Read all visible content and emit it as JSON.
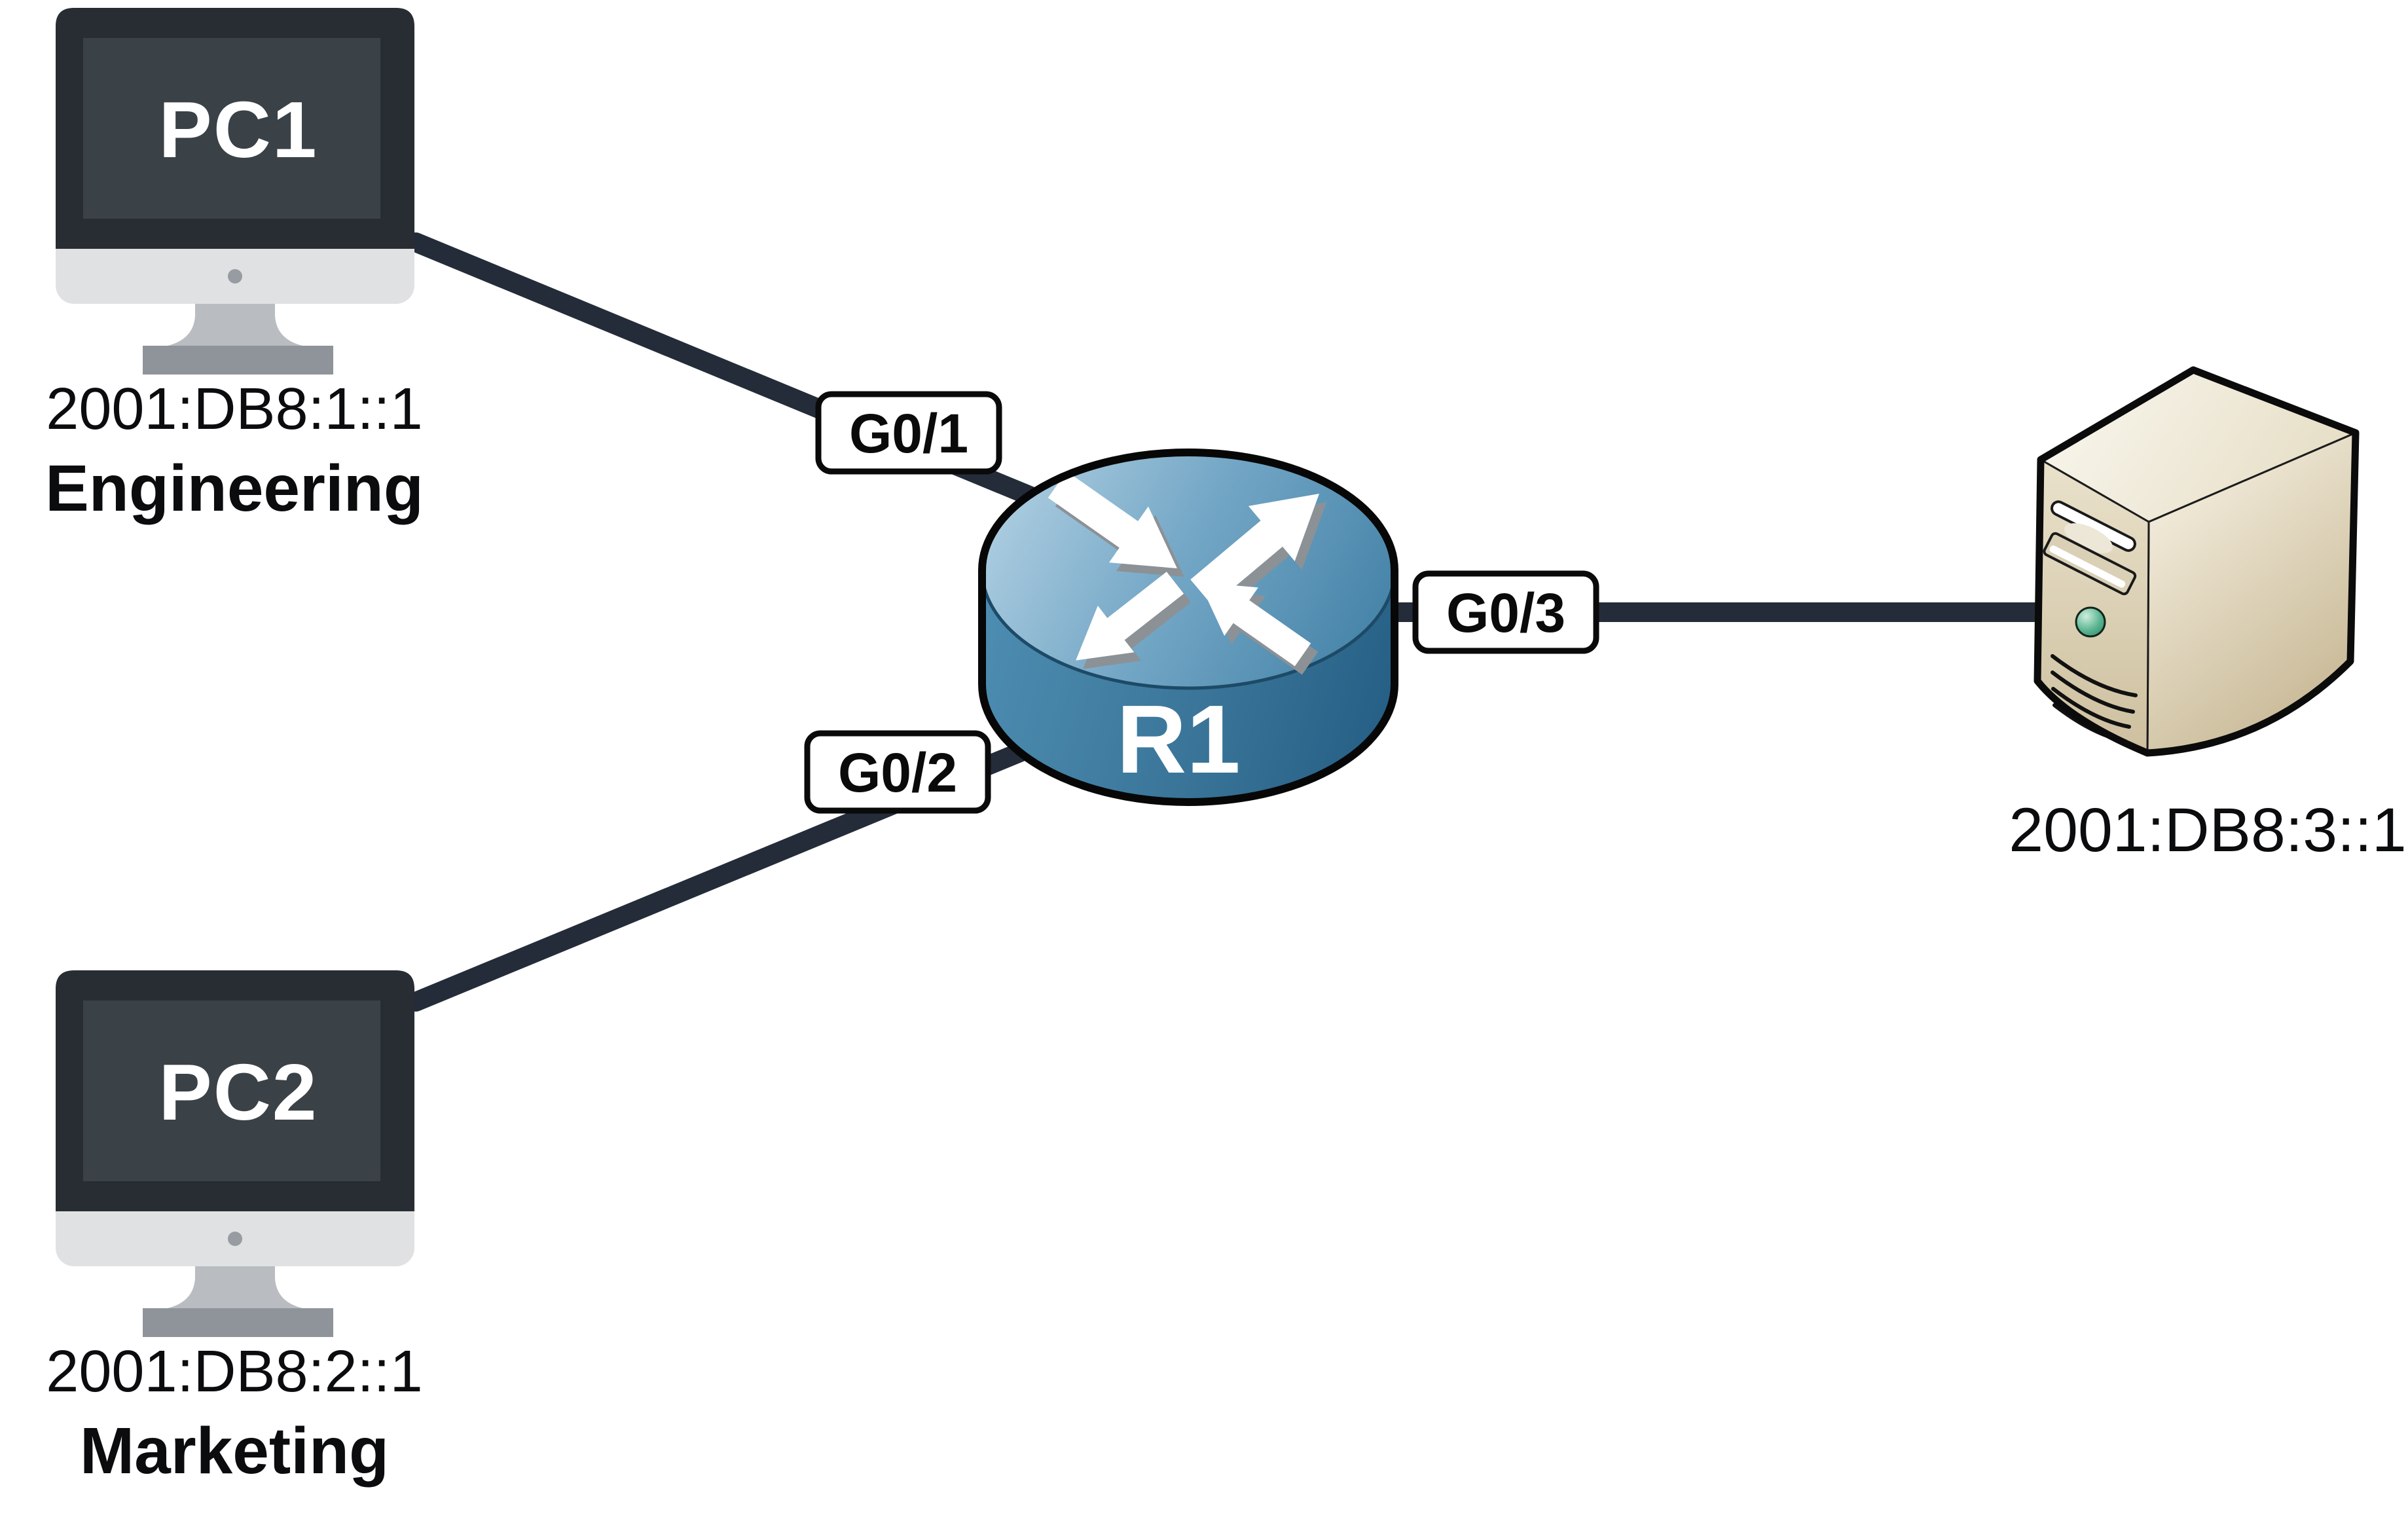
{
  "diagram": {
    "kind": "ipv6-network-topology",
    "background": "#ffffff"
  },
  "devices": {
    "pc1": {
      "label": "PC1",
      "address": "2001:DB8:1::1",
      "network_name": "Engineering"
    },
    "pc2": {
      "label": "PC2",
      "address": "2001:DB8:2::1",
      "network_name": "Marketing"
    },
    "router": {
      "label": "R1"
    },
    "server": {
      "address": "2001:DB8:3::1"
    }
  },
  "interfaces": {
    "g0_1": {
      "label": "G0/1"
    },
    "g0_2": {
      "label": "G0/2"
    },
    "g0_3": {
      "label": "G0/3"
    }
  },
  "links": [
    {
      "from": "PC1",
      "to": "R1",
      "router_interface": "G0/1"
    },
    {
      "from": "PC2",
      "to": "R1",
      "router_interface": "G0/2"
    },
    {
      "from": "R1",
      "to": "Server",
      "router_interface": "G0/3"
    }
  ],
  "colors": {
    "link_cable": "#242c39",
    "monitor_frame": "#272d33",
    "monitor_screen": "#3a4147",
    "monitor_chin": "#e0e1e3",
    "monitor_stand": "#b9bcc0",
    "monitor_base": "#8f949a",
    "router_top_light": "#a3c6db",
    "router_top_dark": "#4583a8",
    "router_body_light": "#4d8db1",
    "router_body_dark": "#255e84",
    "router_arrow": "#ffffff",
    "router_arrow_shadow": "#8c9196",
    "server_front_light": "#e6dec6",
    "server_front_dark": "#cfc2a2",
    "server_side_dark": "#bfae87",
    "server_top": "#f4f0e3",
    "power_button_green": "#35a077",
    "badge_background": "#ffffff",
    "badge_border": "#0a0a0a",
    "text": "#0a0c0e"
  }
}
